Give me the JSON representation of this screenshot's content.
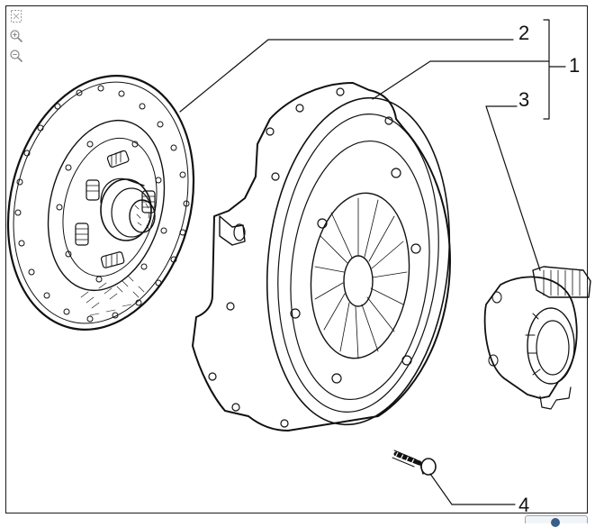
{
  "toolbar": {
    "items": [
      {
        "icon": "fit-page-icon"
      },
      {
        "icon": "zoom-in-icon"
      },
      {
        "icon": "zoom-out-icon"
      }
    ]
  },
  "callouts": [
    {
      "number": "1"
    },
    {
      "number": "2"
    },
    {
      "number": "3"
    },
    {
      "number": "4"
    }
  ],
  "colors": {
    "line": "#111111",
    "icon": "#8a8a8a",
    "background": "#ffffff"
  }
}
